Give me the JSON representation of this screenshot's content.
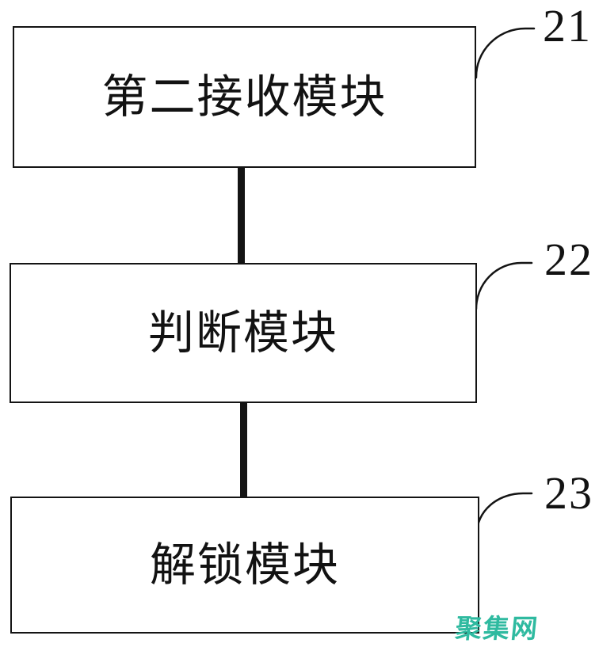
{
  "figure": {
    "type": "block-diagram",
    "modules": [
      {
        "ref": "21",
        "name": "第二接收模块"
      },
      {
        "ref": "22",
        "name": "判断模块"
      },
      {
        "ref": "23",
        "name": "解锁模块"
      }
    ],
    "connections": [
      {
        "from": "21",
        "to": "22"
      },
      {
        "from": "22",
        "to": "23"
      }
    ],
    "watermark": {
      "text": "聚集网",
      "color": "#2fbaa0"
    },
    "line_color": "#141414"
  }
}
